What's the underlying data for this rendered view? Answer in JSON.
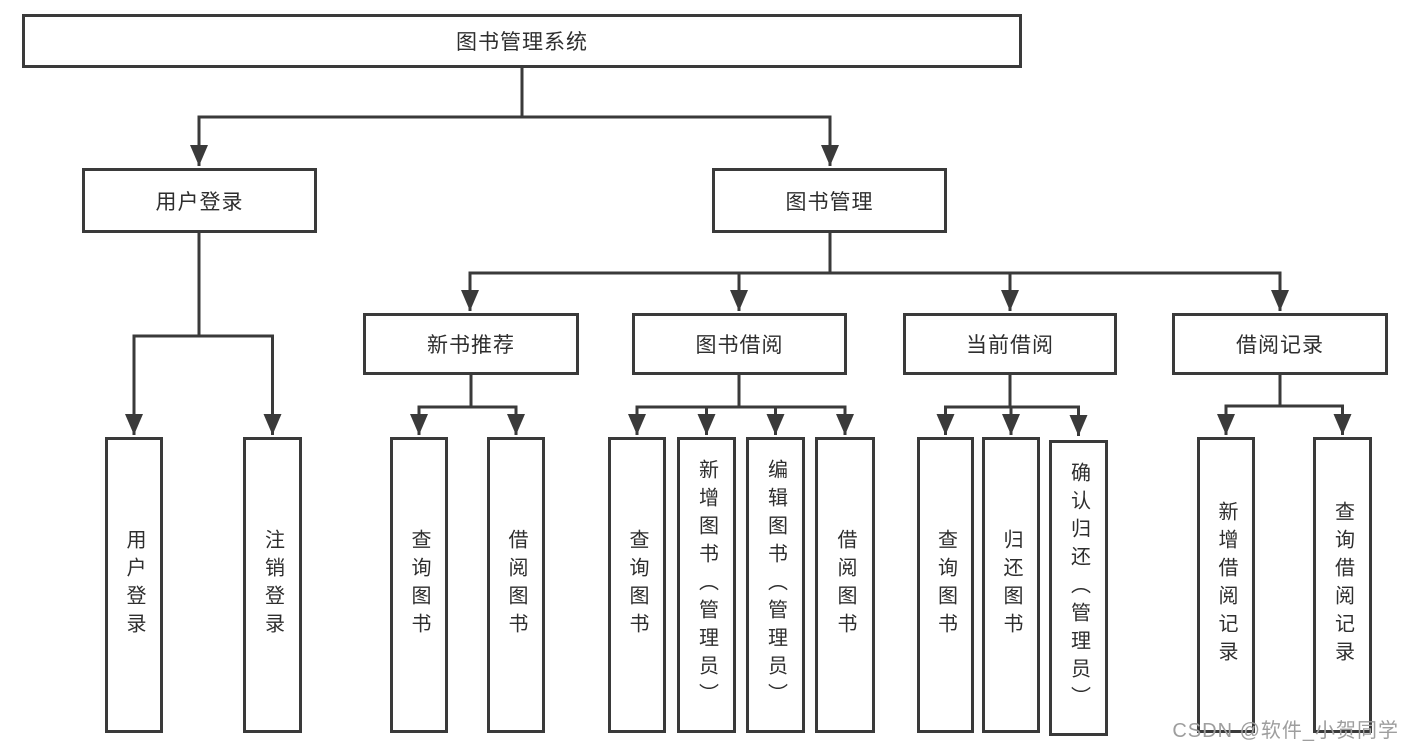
{
  "colors": {
    "line": "#3a3a3a",
    "text": "#2e2e2e",
    "box_bg": "#ffffff",
    "watermark": "#9e9e9e"
  },
  "watermark": {
    "text": "CSDN @软件_小贺同学"
  },
  "tree": {
    "root": {
      "label": "图书管理系统"
    },
    "login": {
      "label": "用户登录",
      "children": [
        {
          "label": "用户登录"
        },
        {
          "label": "注销登录"
        }
      ]
    },
    "manage": {
      "label": "图书管理",
      "sections": {
        "recommend": {
          "label": "新书推荐",
          "children": [
            {
              "label": "查询图书"
            },
            {
              "label": "借阅图书"
            }
          ]
        },
        "borrow": {
          "label": "图书借阅",
          "children": [
            {
              "label": "查询图书"
            },
            {
              "label": "新增图书（管理员）"
            },
            {
              "label": "编辑图书（管理员）"
            },
            {
              "label": "借阅图书"
            }
          ]
        },
        "current": {
          "label": "当前借阅",
          "children": [
            {
              "label": "查询图书"
            },
            {
              "label": "归还图书"
            },
            {
              "label": "确认归还（管理员）"
            }
          ]
        },
        "records": {
          "label": "借阅记录",
          "children": [
            {
              "label": "新增借阅记录"
            },
            {
              "label": "查询借阅记录"
            }
          ]
        }
      }
    }
  }
}
